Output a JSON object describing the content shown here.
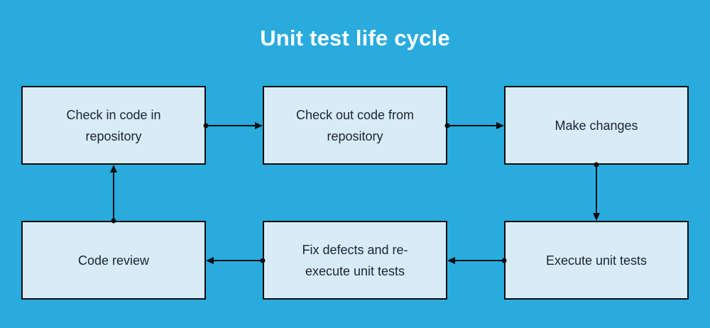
{
  "title": "Unit test life cycle",
  "colors": {
    "background": "#29ABDE",
    "node_fill": "#D7ECF6",
    "node_border": "#0D0D0D",
    "node_text": "#1D2430",
    "title_text": "#FFFFFF",
    "arrow": "#0D0D0D"
  },
  "nodes": [
    {
      "id": "check-in-code",
      "label": "Check in code in\nrepository"
    },
    {
      "id": "check-out-code",
      "label": "Check out code from\nrepository"
    },
    {
      "id": "make-changes",
      "label": "Make changes"
    },
    {
      "id": "code-review",
      "label": "Code review"
    },
    {
      "id": "fix-defects",
      "label": "Fix defects and re-\nexecute unit tests"
    },
    {
      "id": "execute-unit-tests",
      "label": "Execute unit tests"
    }
  ],
  "edges": [
    {
      "from": "check-in-code",
      "to": "check-out-code"
    },
    {
      "from": "check-out-code",
      "to": "make-changes"
    },
    {
      "from": "make-changes",
      "to": "execute-unit-tests"
    },
    {
      "from": "execute-unit-tests",
      "to": "fix-defects"
    },
    {
      "from": "fix-defects",
      "to": "code-review"
    },
    {
      "from": "code-review",
      "to": "check-in-code"
    }
  ]
}
